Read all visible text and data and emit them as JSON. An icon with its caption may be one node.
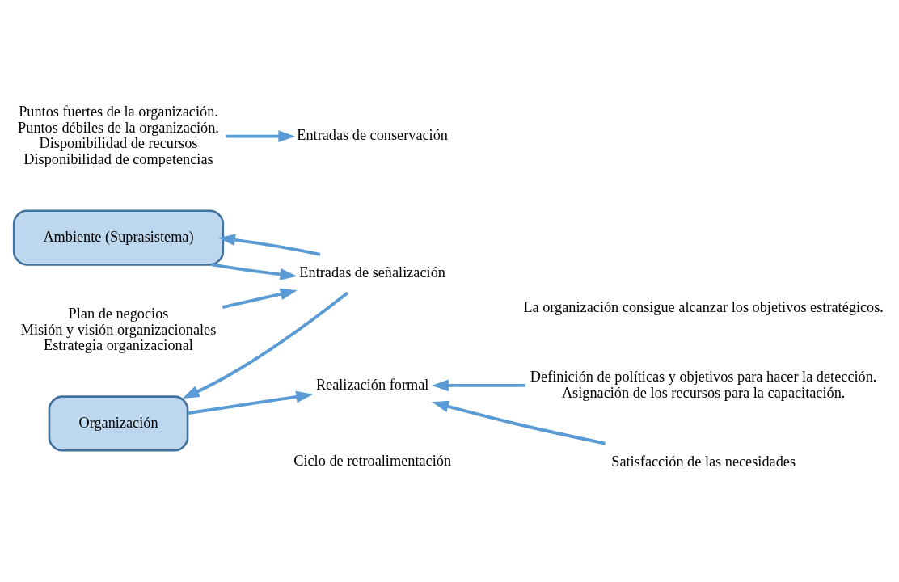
{
  "diagram": {
    "nodes": [
      {
        "text": [
          "Ambiente (Suprasistema)"
        ]
      },
      {
        "text": [
          "Organización"
        ]
      },
      {
        "text": [
          "Plan de negocios",
          "Misión y visión organizacionales",
          "Estrategia organizacional"
        ]
      },
      {
        "text": [
          "Entradas de señalización"
        ]
      },
      {
        "text": [
          "Entradas de conservación"
        ]
      },
      {
        "text": [
          "Puntos fuertes de la organización.",
          "Puntos débiles de la organización.",
          "Disponibilidad de recursos",
          "Disponibilidad de competencias"
        ]
      },
      {
        "text": [
          "Realización formal"
        ]
      },
      {
        "text": [
          "Definición de políticas y objetivos para hacer la detección.",
          "Asignación de los recursos para la capacitación."
        ]
      },
      {
        "text": [
          "Satisfacción de las necesidades"
        ]
      },
      {
        "text": [
          "La organización consigue alcanzar los objetivos estratégicos."
        ]
      }
    ],
    "edges": [
      {
        "from": 2,
        "to": 3,
        "arrow": "to"
      },
      {
        "from": 5,
        "to": 4,
        "arrow": "to"
      },
      {
        "from": 3,
        "to": 1,
        "arrow": "to"
      },
      {
        "from": 1,
        "to": 6,
        "arrow": "to"
      },
      {
        "from": 7,
        "to": 6,
        "arrow": "to"
      },
      {
        "from": 8,
        "to": 6,
        "arrow": "to"
      },
      {
        "from": 0,
        "to": 3,
        "arrow": "to"
      },
      {
        "from": 3,
        "to": 0,
        "arrow": "to"
      }
    ],
    "labels": [
      "Ciclo de retroalimentación"
    ]
  }
}
